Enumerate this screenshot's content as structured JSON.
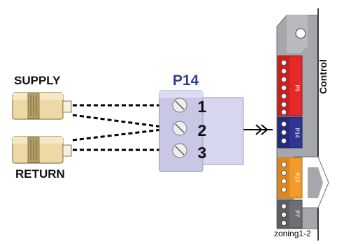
{
  "labels": {
    "supply": "SUPPLY",
    "return": "RETURN",
    "connector": "P14",
    "board": "Control",
    "footer": "zoning1-2"
  },
  "terminals": [
    "1",
    "2",
    "3"
  ],
  "board_headers": [
    "P5",
    "P14",
    "P13",
    "P7"
  ],
  "colors": {
    "connector_title": "#2f3f8f",
    "terminal_block": "#c8c8e6",
    "sensor_body": "#ecd9a6",
    "header_red": "#e52828",
    "header_blue": "#2f3593",
    "header_orange": "#f39a2a",
    "header_gray": "#6d6f72",
    "board": "#9a9ca0"
  }
}
